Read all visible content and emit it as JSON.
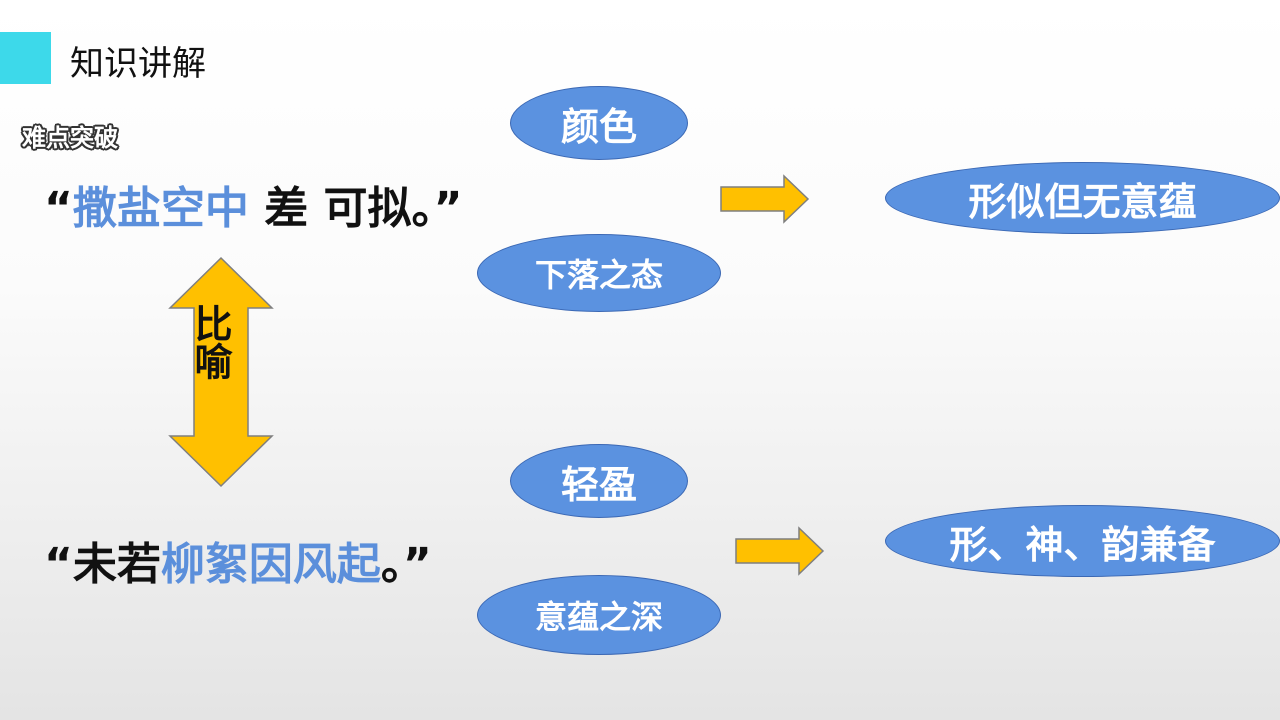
{
  "header": {
    "title": "知识讲解"
  },
  "section": {
    "label": "难点突破"
  },
  "quote1": {
    "open": "“",
    "highlight": "撒盐空中",
    "rest": " 差 可拟。",
    "close": "”"
  },
  "quote2": {
    "open": "“",
    "lead": "未若",
    "highlight": "柳絮因风起",
    "period": "。",
    "close": "”"
  },
  "rhetoric": {
    "label": "比喻"
  },
  "ovals": {
    "color": "颜色",
    "fall": "下落之态",
    "light": "轻盈",
    "deep": "意蕴之深",
    "result1": "形似但无意蕴",
    "result2": "形、神、韵兼备"
  },
  "colors": {
    "accent": "#3dd9ea",
    "oval_fill": "#5b92e0",
    "highlight_text": "#5b8fdb",
    "arrow_fill": "#ffc000"
  }
}
